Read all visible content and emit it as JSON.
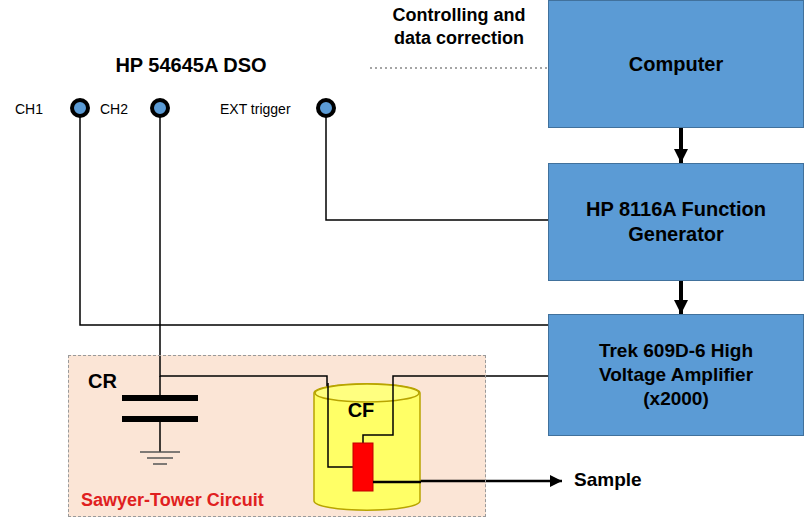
{
  "diagram": {
    "nodes": [
      {
        "text": [
          "HP 54645A DSO",
          "CH1",
          "CH2",
          "EXT trigger"
        ]
      },
      {
        "text": [
          "Computer"
        ]
      },
      {
        "text": [
          "HP 8116A Function Generator"
        ]
      },
      {
        "text": [
          "Trek 609D-6 High Voltage Amplifier (x2000)"
        ]
      },
      {
        "text": [
          "Sawyer-Tower Circuit"
        ]
      },
      {
        "text": [
          "CF"
        ],
        "in": 4
      }
    ],
    "edges": [
      {
        "from": 0,
        "to": 1,
        "arrow": "none",
        "label": "Controlling and data correction"
      },
      {
        "from": 1,
        "to": 2,
        "arrow": "to"
      },
      {
        "from": 2,
        "to": 3,
        "arrow": "to"
      },
      {
        "from": 2,
        "to": 0,
        "arrow": "none"
      },
      {
        "from": 3,
        "to": 0,
        "arrow": "none"
      },
      {
        "from": 3,
        "to": 5,
        "arrow": "none"
      }
    ],
    "labels": [
      "CR",
      "Sample"
    ]
  }
}
